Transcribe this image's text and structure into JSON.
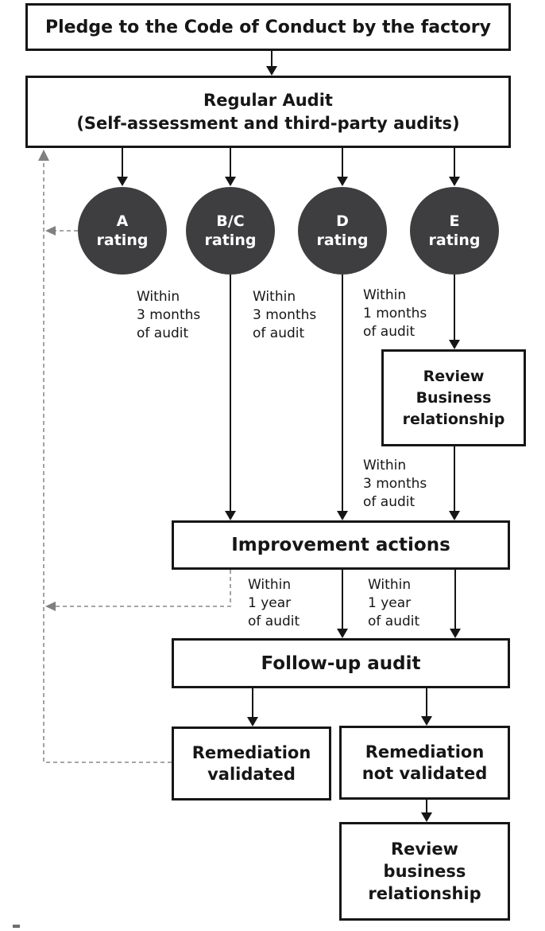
{
  "flowchart": {
    "pledge": "Pledge to the Code of Conduct by the factory",
    "regular_audit": "Regular Audit\n(Self-assessment and third-party audits)",
    "ratings": {
      "a": "A\nrating",
      "bc": "B/C\nrating",
      "d": "D\nrating",
      "e": "E\nrating"
    },
    "review_business_upper": "Review\nBusiness\nrelationship",
    "improvement_actions": "Improvement actions",
    "follow_up_audit": "Follow-up audit",
    "remediation_validated": "Remediation\nvalidated",
    "remediation_not_validated": "Remediation\nnot validated",
    "review_business_lower": "Review\nbusiness\nrelationship",
    "edge_labels": {
      "bc_to_improvement": "Within\n3 months\nof audit",
      "d_to_improvement": "Within\n3 months\nof audit",
      "e_to_review": "Within\n1 months\nof audit",
      "review_to_improvement": "Within\n3 months\nof audit",
      "improvement_to_followup_left": "Within\n1 year\nof audit",
      "improvement_to_followup_right": "Within\n1 year\nof audit"
    },
    "colors": {
      "circle_fill": "#3e3e40",
      "circle_text": "#ffffff",
      "line": "#161616",
      "dashed_line": "#999999",
      "dashed_arrow": "#808080",
      "box_border": "#161616",
      "box_bg": "#ffffff",
      "text": "#161616"
    }
  }
}
